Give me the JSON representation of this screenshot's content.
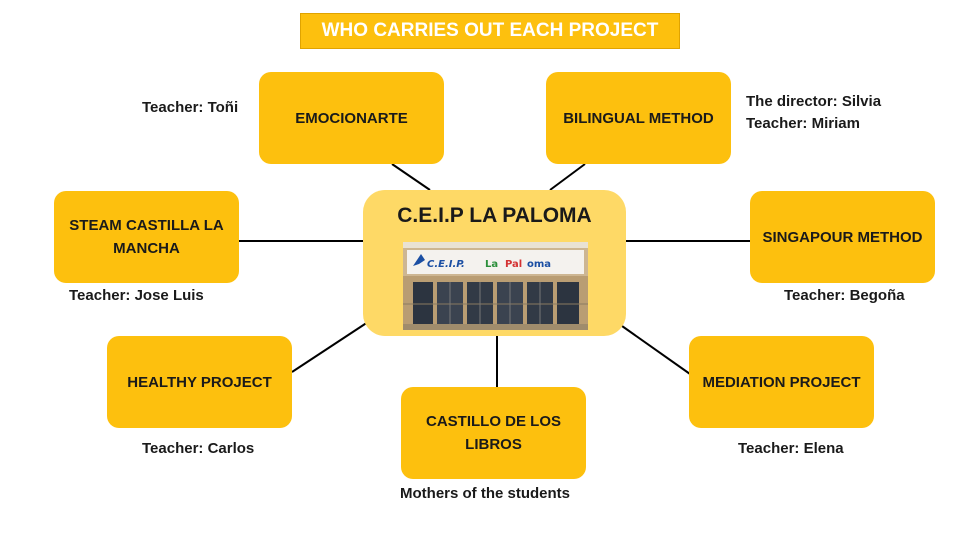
{
  "title": "WHO CARRIES OUT EACH PROJECT",
  "center": {
    "label": "C.E.I.P LA PALOMA",
    "sign_text": "C.E.I.P. La Paloma"
  },
  "projects": {
    "emocionarte": {
      "label": "EMOCIONARTE",
      "note": "Teacher: Toñi"
    },
    "bilingual": {
      "label": "BILINGUAL METHOD",
      "note_line1": "The director: Silvia",
      "note_line2": "Teacher: Miriam"
    },
    "steam": {
      "label": "STEAM CASTILLA LA MANCHA",
      "note": "Teacher: Jose Luis"
    },
    "singapour": {
      "label": "SINGAPOUR METHOD",
      "note": "Teacher: Begoña"
    },
    "healthy": {
      "label": "HEALTHY PROJECT",
      "note": "Teacher: Carlos"
    },
    "castillo": {
      "label": "CASTILLO DE LOS LIBROS",
      "note": "Mothers of the students"
    },
    "mediation": {
      "label": "MEDIATION PROJECT",
      "note": "Teacher: Elena"
    }
  },
  "colors": {
    "node": "#fdc00e",
    "center": "#fed966",
    "title_text": "#ffffff",
    "connector": "#000000"
  }
}
